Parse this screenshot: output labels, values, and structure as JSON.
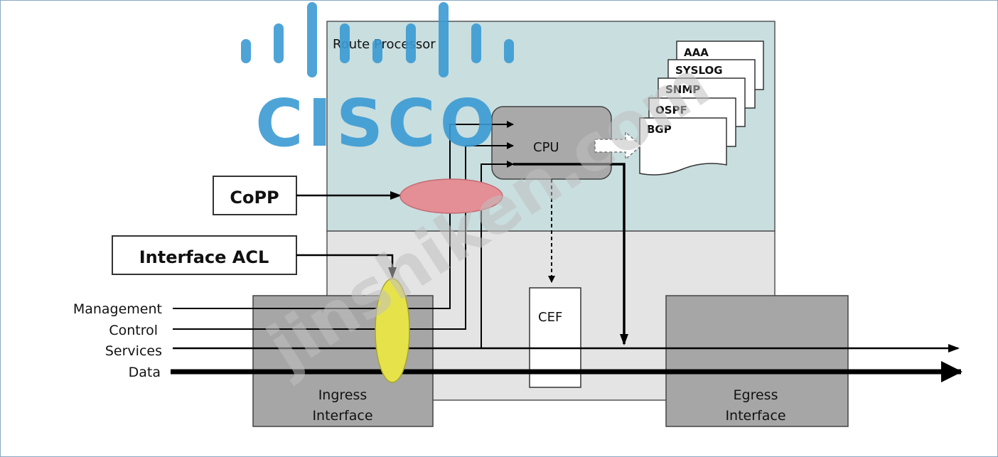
{
  "diagram": {
    "route_processor_label": "Route Processor",
    "cpu_label": "CPU",
    "copp_label": "CoPP",
    "interface_acl_label": "Interface ACL",
    "cef_label": "CEF",
    "ingress_label_line1": "Ingress",
    "ingress_label_line2": "Interface",
    "egress_label_line1": "Egress",
    "egress_label_line2": "Interface",
    "traffic_planes": [
      "Management",
      "Control",
      "Services",
      "Data"
    ],
    "protocol_stack": [
      "AAA",
      "SYSLOG",
      "SNMP",
      "OSPF",
      "BGP"
    ]
  },
  "watermarks": {
    "logo_text": "CISCO",
    "site_text": "jinshiken.com"
  },
  "colors": {
    "route_processor_fill": "#c9dedf",
    "lower_body_fill": "#e4e4e4",
    "cpu_fill": "#a9a9a9",
    "interface_fill": "#a6a6a6",
    "copp_ellipse": "#e48e96",
    "acl_ellipse": "#e6e34a",
    "cisco_blue": "#3b9bd3"
  }
}
